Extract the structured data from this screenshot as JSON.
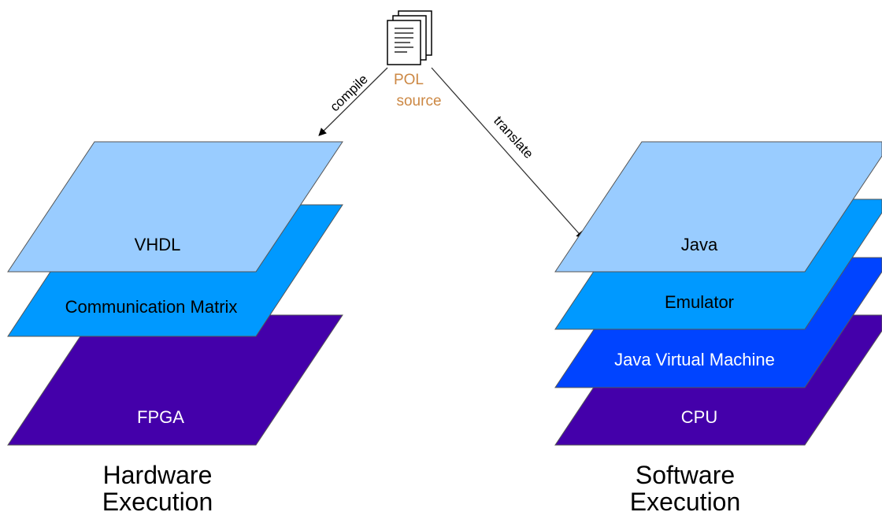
{
  "colors": {
    "light_blue": "#99ccff",
    "medium_blue": "#0099ff",
    "bright_blue": "#0044ff",
    "indigo": "#4400aa",
    "source_text": "#cc8844",
    "edge": "#333333"
  },
  "source": {
    "icon": "document-icon",
    "line1": "POL",
    "line2": "source"
  },
  "edges": {
    "compile": "compile",
    "translate": "translate"
  },
  "hardware": {
    "layers": [
      "VHDL",
      "Communication Matrix",
      "FPGA"
    ],
    "title_line1": "Hardware",
    "title_line2": "Execution"
  },
  "software": {
    "layers": [
      "Java",
      "Emulator",
      "Java Virtual Machine",
      "CPU"
    ],
    "title_line1": "Software",
    "title_line2": "Execution"
  }
}
